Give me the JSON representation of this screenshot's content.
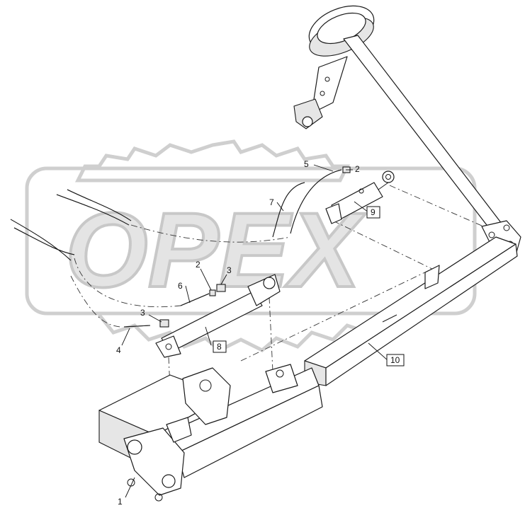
{
  "diagram": {
    "watermark_text": "OPEX",
    "callouts": [
      "1",
      "2",
      "3",
      "4",
      "5",
      "6",
      "7",
      "8",
      "9",
      "10"
    ],
    "boxed_callouts": [
      "8",
      "9",
      "10"
    ]
  }
}
